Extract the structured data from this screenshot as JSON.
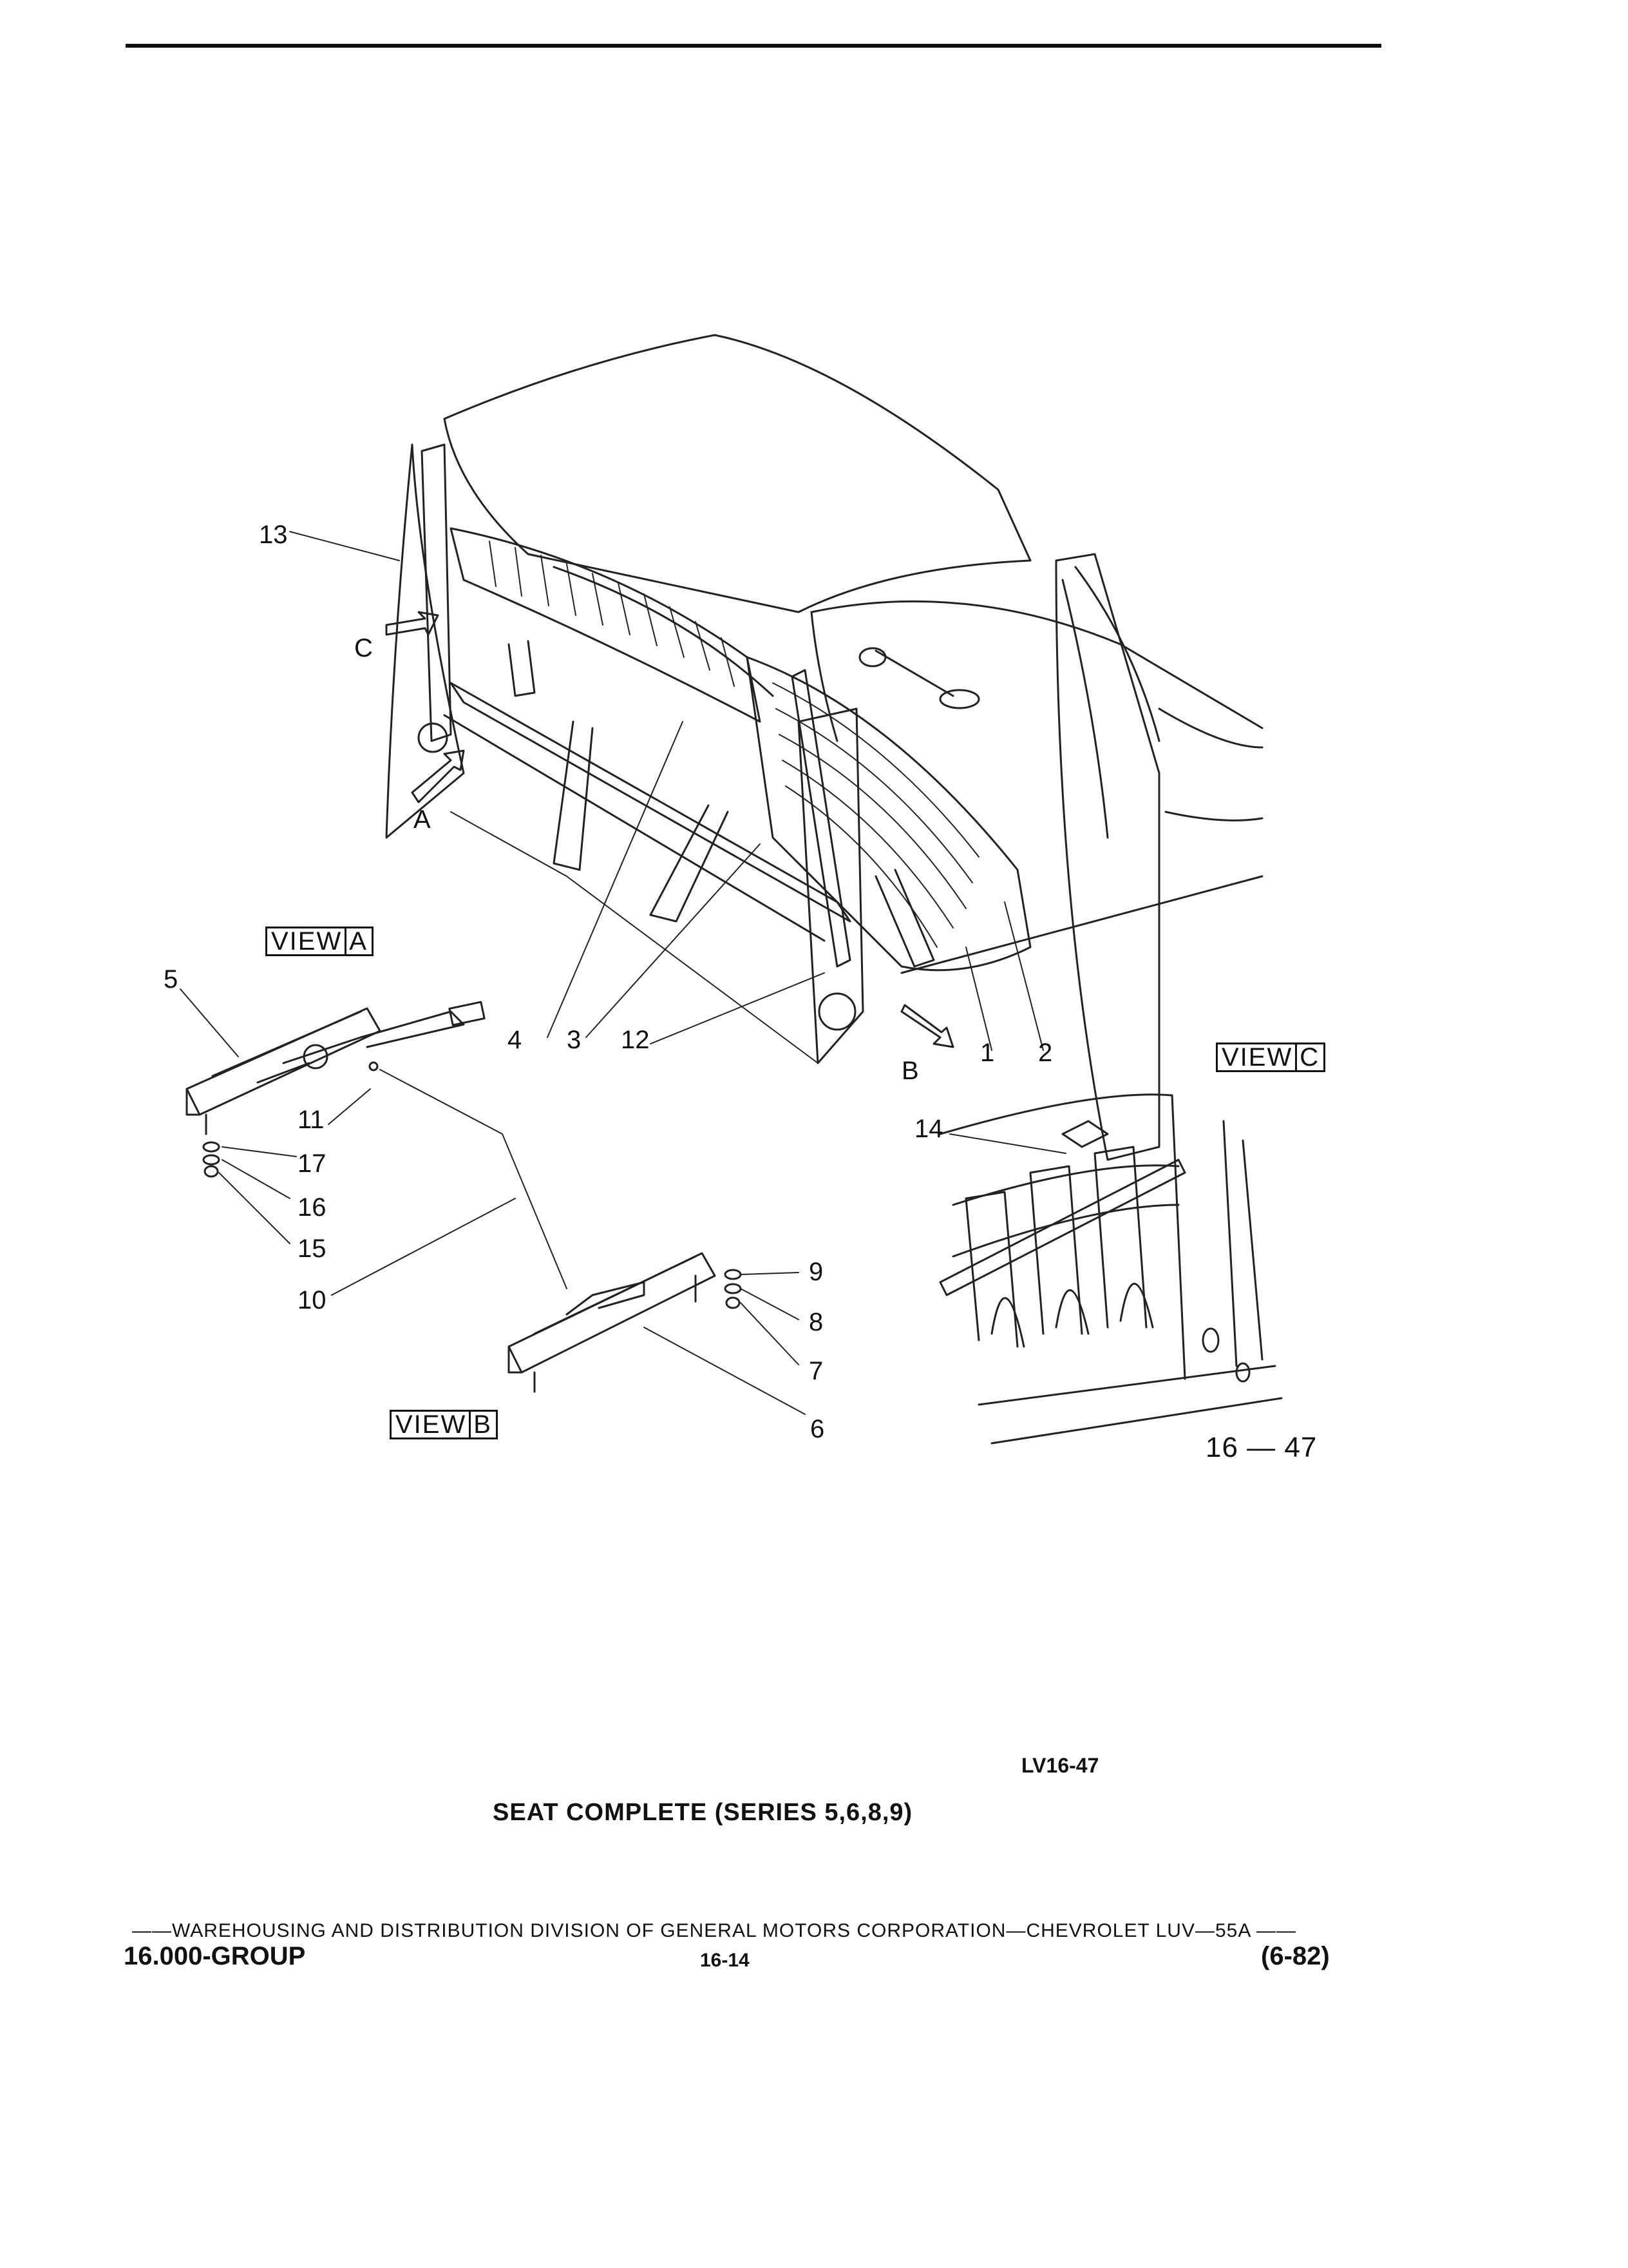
{
  "callouts": {
    "c1": "1",
    "c2": "2",
    "c3": "3",
    "c4": "4",
    "c5": "5",
    "c6": "6",
    "c7": "7",
    "c8": "8",
    "c9": "9",
    "c10": "10",
    "c11": "11",
    "c12": "12",
    "c13": "13",
    "c14": "14",
    "c15": "15",
    "c16": "16",
    "c17": "17"
  },
  "view_letters": {
    "a": "A",
    "b": "B",
    "c": "C"
  },
  "view_labels": {
    "a": {
      "word": "VIEW",
      "letter": "A"
    },
    "b": {
      "word": "VIEW",
      "letter": "B"
    },
    "c": {
      "word": "VIEW",
      "letter": "C"
    }
  },
  "figure_plate": "16 — 47",
  "figure_code": "LV16-47",
  "caption": "SEAT COMPLETE (SERIES 5,6,8,9)",
  "footer": {
    "line": "——WAREHOUSING AND DISTRIBUTION  DIVISION OF GENERAL MOTORS CORPORATION—CHEVROLET LUV—55A  ——",
    "group": "16.000-GROUP",
    "page": "16-14",
    "revision": "(6-82)"
  }
}
